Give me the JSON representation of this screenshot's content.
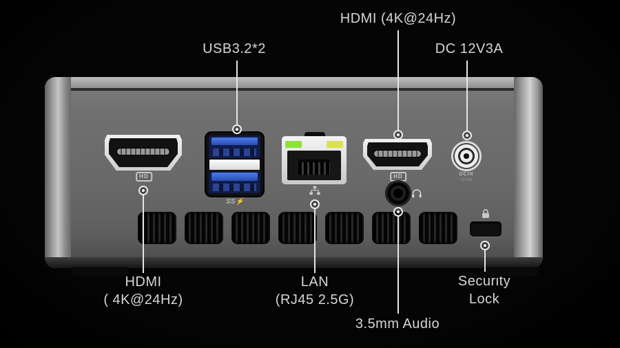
{
  "labels": {
    "usb": "USB3.2*2",
    "hdmi_top": "HDMI (4K@24Hz)",
    "dc": "DC 12V3A",
    "hdmi_bottom_1": "HDMI",
    "hdmi_bottom_2": "( 4K@24Hz)",
    "lan_1": "LAN",
    "lan_2": "(RJ45 2.5G)",
    "audio": "3.5mm Audio",
    "lock_1": "Security",
    "lock_2": "Lock"
  },
  "port_markings": {
    "hdmi_icon": "HD",
    "usb_ss": "SS⚡",
    "dc_in": "DCIN",
    "dc_spec": "12V3A"
  },
  "colors": {
    "background": "#000000",
    "body_gray": "#6b6b6b",
    "usb_blue": "#2f5fd0",
    "led_green": "#8ce23c",
    "led_yellow": "#d9e34e",
    "callout_line": "#e6e6e6",
    "label_text": "#d6d6d6"
  }
}
